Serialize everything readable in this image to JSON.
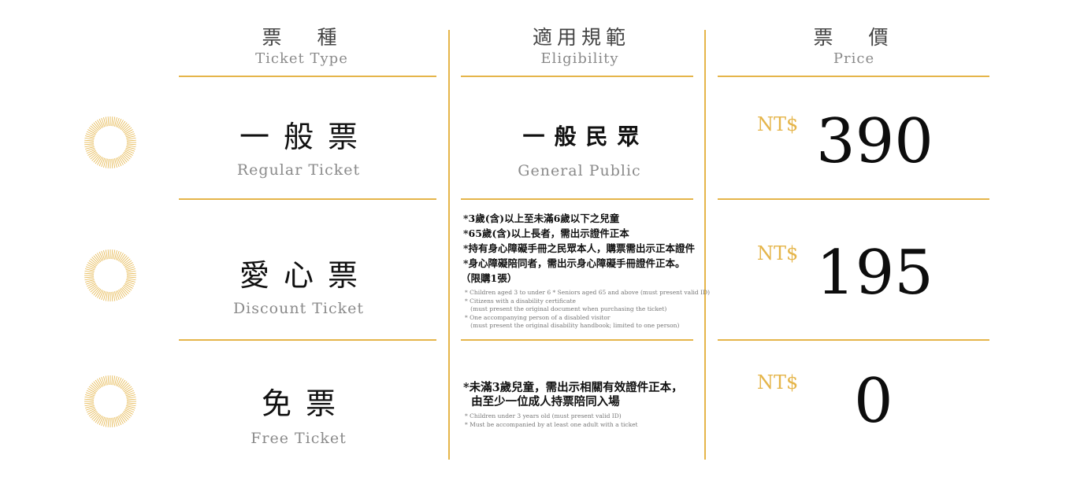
{
  "headers": {
    "ticket_type": {
      "zh": "票　種",
      "en": "Ticket Type"
    },
    "eligibility": {
      "zh": "適用規範",
      "en": "Eligibility"
    },
    "price": {
      "zh": "票　價",
      "en": "Price"
    }
  },
  "rows": [
    {
      "type_zh": "一般票",
      "type_en": "Regular Ticket",
      "eligibility_zh": "一般民眾",
      "eligibility_en": "General Public",
      "currency": "NT$",
      "price": "390"
    },
    {
      "type_zh": "愛心票",
      "type_en": "Discount Ticket",
      "rules": [
        "*3歲(含)以上至未滿6歲以下之兒童",
        "*65歲(含)以上長者，需出示證件正本",
        "*持有身心障礙手冊之民眾本人，購票需出示正本證件",
        "*身心障礙陪同者，需出示身心障礙手冊證件正本。",
        "（限購1張）"
      ],
      "notes": [
        "* Children aged 3 to under 6  * Seniors aged 65 and above (must present valid ID)",
        "* Citizens with a disability certificate",
        "   (must present the original document when purchasing the ticket)",
        "* One accompanying person of a disabled visitor",
        "   (must present the original disability handbook; limited to one person)"
      ],
      "currency": "NT$",
      "price": "195"
    },
    {
      "type_zh": "免票",
      "type_en": "Free Ticket",
      "rules": [
        "*未滿3歲兒童，需出示相關有效證件正本，",
        "  由至少一位成人持票陪同入場"
      ],
      "notes": [
        "* Children under 3 years old (must present valid ID)",
        "* Must be accompanied by at least one adult with a ticket"
      ],
      "currency": "NT$",
      "price": "0"
    }
  ],
  "colors": {
    "accent": "#e5b54a",
    "text": "#111111",
    "muted": "#8a8a8a"
  },
  "icons": [
    "sunburst-icon",
    "sunburst-icon",
    "sunburst-icon"
  ]
}
